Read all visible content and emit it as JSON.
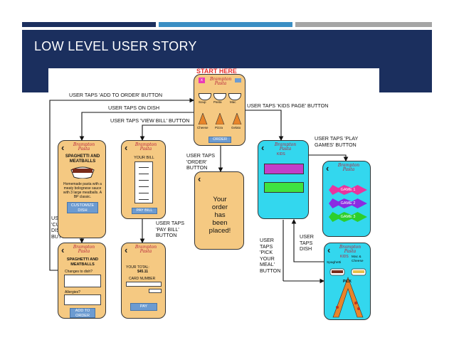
{
  "colors": {
    "header_bg": "#1b2f5e",
    "bar1": "#1b2f5e",
    "bar2": "#3a8ec4",
    "bar3": "#a5a5a5",
    "phone_tan": "#f5c982",
    "phone_cyan": "#33d7ee",
    "start_red": "#e8322e",
    "button_blue": "#6c9bd1"
  },
  "slide": {
    "title": "LOW LEVEL USER STORY"
  },
  "diagram": {
    "start_label": "START HERE",
    "logo_line1": "Brampton",
    "logo_line2": "Pasta",
    "edges": {
      "add_to_order": "USER TAPS 'ADD TO ORDER' BUTTON",
      "on_dish": "USER TAPS ON DISH",
      "view_bill": "USER TAPS 'VIEW BILL' BUTTON",
      "kids_page": "USER TAPS 'KIDS PAGE' BUTTON",
      "order": [
        "USER TAPS",
        "'ORDER'",
        "BUTTON"
      ],
      "play_games": [
        "USER TAPS 'PLAY",
        "GAMES' BUTTON"
      ],
      "customize": [
        "USER TAPS",
        "'CUSTOMIZE",
        "DISH'",
        "BUTTON"
      ],
      "pay_bill": [
        "USER TAPS",
        "'PAY BILL'",
        "BUTTON"
      ],
      "pick_meal": [
        "USER",
        "TAPS",
        "'PICK",
        "YOUR",
        "MEAL'",
        "BUTTON"
      ],
      "tap_dish": [
        "USER",
        "TAPS",
        "DISH"
      ]
    },
    "home": {
      "bowl_labels": [
        "Soup",
        "Pasta",
        "Mac"
      ],
      "cone_labels": [
        "Cheese",
        "Pizza",
        "Gelato"
      ],
      "order_button": "ORDER"
    },
    "dish_detail": {
      "title": [
        "SPAGHETTI AND",
        "MEATBALLS"
      ],
      "description": [
        "Homemade pasta with a",
        "meaty bolognese sauce",
        "with 3 large meatballs. A",
        "BP classic."
      ],
      "button": [
        "CUSTOMIZE",
        "DISH"
      ]
    },
    "bill": {
      "title": "YOUR BILL",
      "button": "PAY BILL"
    },
    "confirmation": {
      "message": [
        "Your",
        "order",
        "has",
        "been",
        "placed!"
      ]
    },
    "kids": {
      "title": "KIDS"
    },
    "games": {
      "labels": [
        "GAME 1",
        "GAME 2",
        "GAME 3"
      ]
    },
    "customize": {
      "title": [
        "SPAGHETTI AND",
        "MEATBALLS"
      ],
      "changes_label": "Changes to dish?",
      "allergies_label": "Allergies?",
      "button": [
        "ADD TO",
        "ORDER"
      ]
    },
    "pay": {
      "total_label": "YOUR TOTAL:",
      "total_value": "$45.11",
      "card_label": "CARD NUMBER",
      "button": "PAY"
    },
    "kids_menu": {
      "title": "KIDS",
      "item_left": "Spaghetti",
      "item_right": [
        "Mac &",
        "Cheese"
      ],
      "pick_label": "PICK"
    }
  }
}
